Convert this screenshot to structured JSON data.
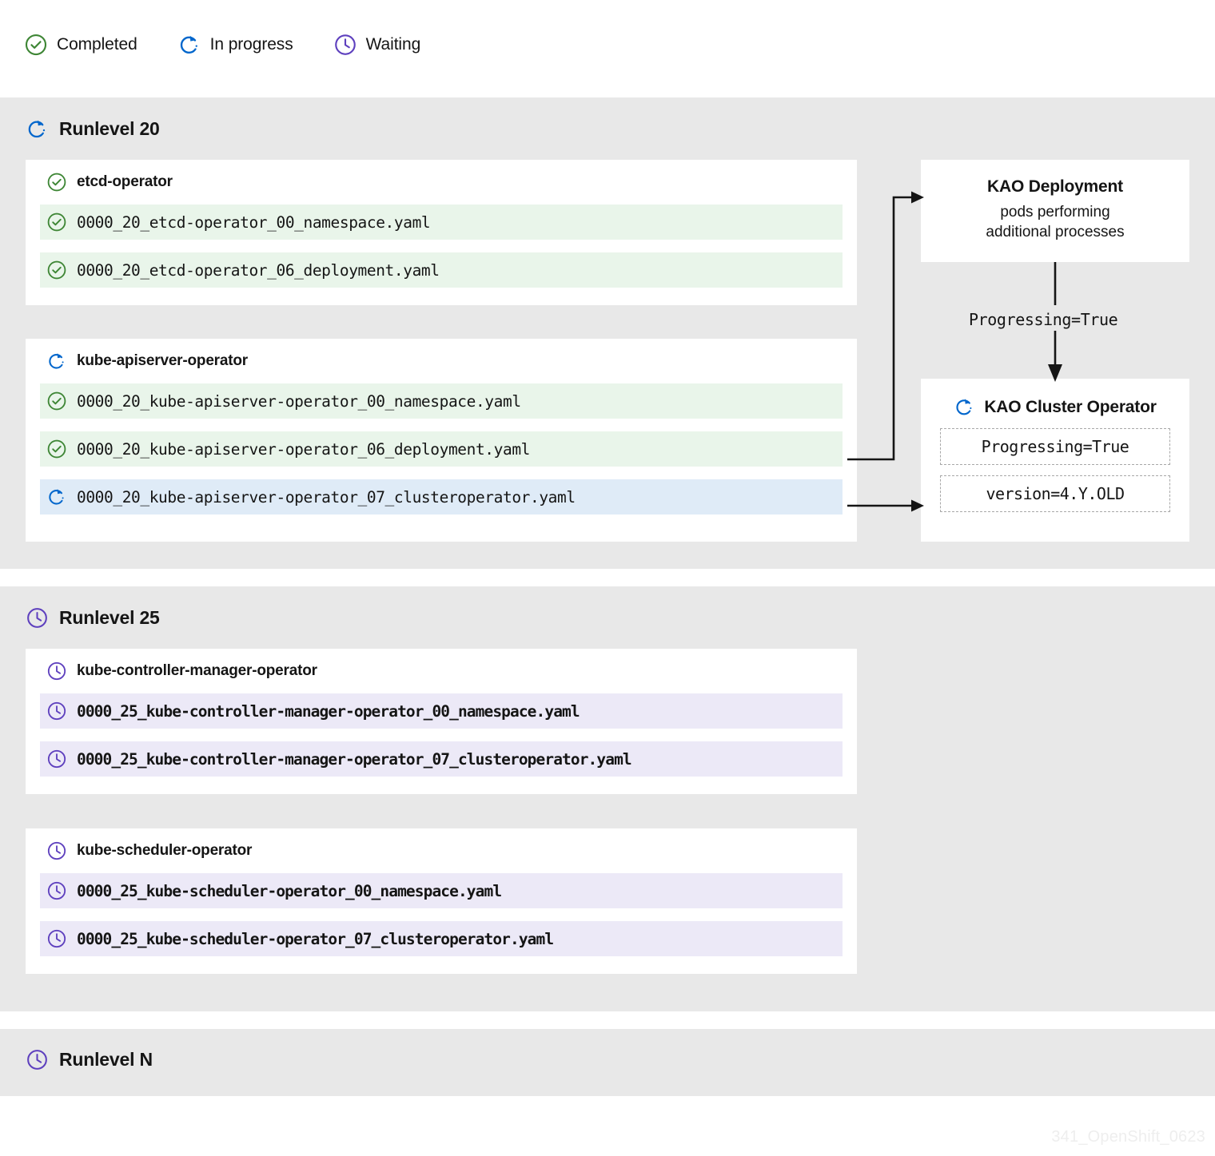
{
  "legend": {
    "items": [
      {
        "icon": "check-circle-icon",
        "label": "Completed",
        "state": "done"
      },
      {
        "icon": "in-progress-icon",
        "label": "In progress",
        "state": "running"
      },
      {
        "icon": "clock-icon",
        "label": "Waiting",
        "state": "waiting"
      }
    ]
  },
  "sections": [
    {
      "title": "Runlevel 20",
      "state": "running",
      "operators": [
        {
          "name": "etcd-operator",
          "state": "done",
          "files": [
            {
              "name": "0000_20_etcd-operator_00_namespace.yaml",
              "state": "done"
            },
            {
              "name": "0000_20_etcd-operator_06_deployment.yaml",
              "state": "done"
            }
          ]
        },
        {
          "name": "kube-apiserver-operator",
          "state": "running",
          "files": [
            {
              "name": "0000_20_kube-apiserver-operator_00_namespace.yaml",
              "state": "done"
            },
            {
              "name": "0000_20_kube-apiserver-operator_06_deployment.yaml",
              "state": "done"
            },
            {
              "name": "0000_20_kube-apiserver-operator_07_clusteroperator.yaml",
              "state": "running"
            }
          ]
        }
      ]
    },
    {
      "title": "Runlevel 25",
      "state": "waiting",
      "operators": [
        {
          "name": "kube-controller-manager-operator",
          "state": "waiting",
          "files": [
            {
              "name": "0000_25_kube-controller-manager-operator_00_namespace.yaml",
              "state": "waiting"
            },
            {
              "name": "0000_25_kube-controller-manager-operator_07_clusteroperator.yaml",
              "state": "waiting"
            }
          ]
        },
        {
          "name": "kube-scheduler-operator",
          "state": "waiting",
          "files": [
            {
              "name": "0000_25_kube-scheduler-operator_00_namespace.yaml",
              "state": "waiting"
            },
            {
              "name": "0000_25_kube-scheduler-operator_07_clusteroperator.yaml",
              "state": "waiting"
            }
          ]
        }
      ]
    },
    {
      "title": "Runlevel N",
      "state": "waiting",
      "operators": []
    }
  ],
  "side": {
    "deployment": {
      "title": "KAO Deployment",
      "subtitle": "pods performing\nadditional processes",
      "subtitle_line1": "pods performing",
      "subtitle_line2": "additional processes"
    },
    "edge_label": "Progressing=True",
    "cluster_operator": {
      "title": "KAO Cluster Operator",
      "state": "running",
      "chips": [
        "Progressing=True",
        "version=4.Y.OLD"
      ]
    }
  },
  "watermark": "341_OpenShift_0623",
  "colors": {
    "done": "#3e8635",
    "running": "#0066cc",
    "waiting": "#5e40be",
    "section_bg": "#e8e8e8",
    "card_bg": "#ffffff",
    "row_done_bg": "#e9f5ea",
    "row_running_bg": "#dfebf7",
    "row_waiting_bg": "#ece9f7",
    "text": "#151515"
  }
}
